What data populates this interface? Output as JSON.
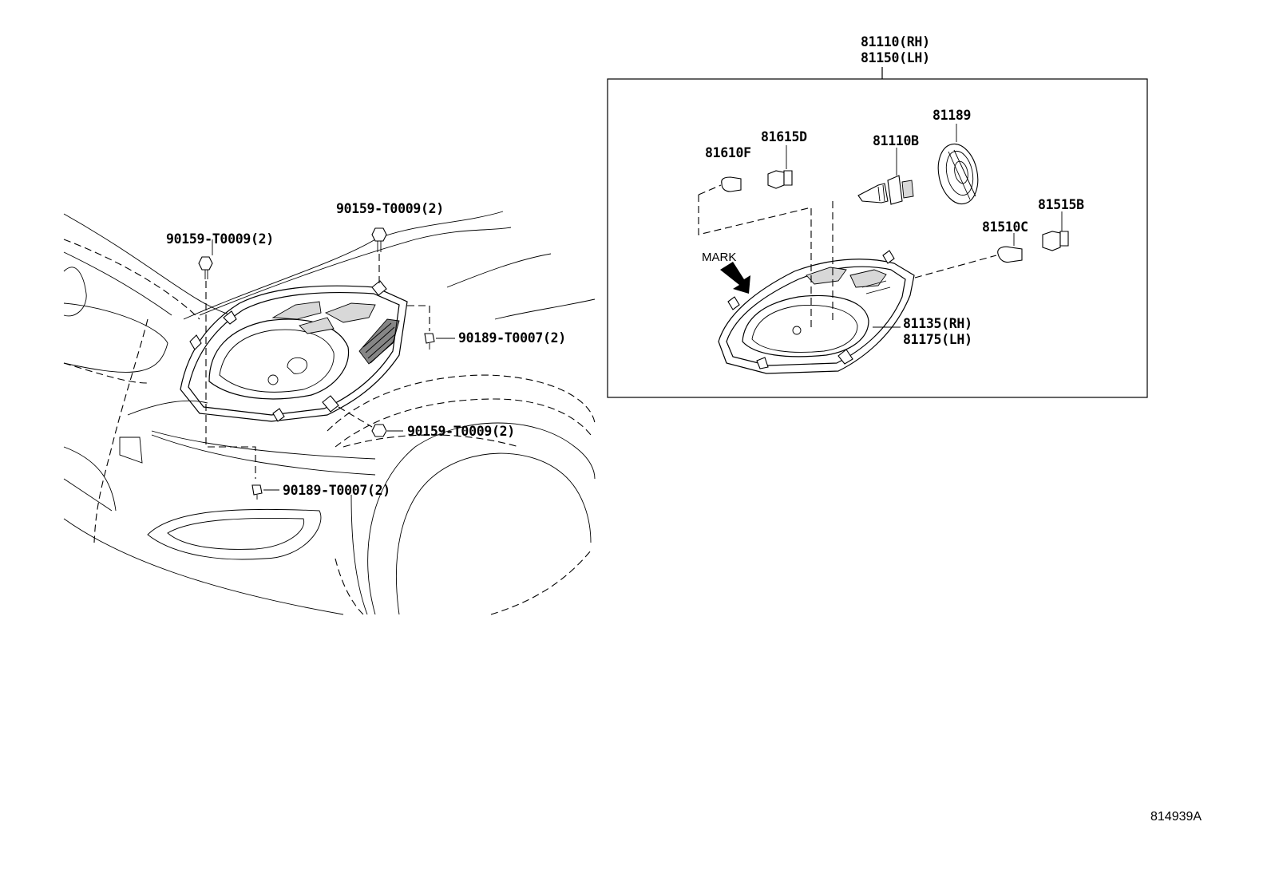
{
  "diagram_id": "814939A",
  "detail_box": {
    "assembly_labels": [
      "81110(RH)",
      "81150(LH)"
    ],
    "parts": {
      "p81189": "81189",
      "p81615D": "81615D",
      "p81110B": "81110B",
      "p81610F": "81610F",
      "p81515B": "81515B",
      "p81510C": "81510C",
      "mark": "MARK",
      "housing_rh": "81135(RH)",
      "housing_lh": "81175(LH)"
    }
  },
  "main_view": {
    "fasteners": {
      "top_left_screw": "90159-T0009(2)",
      "top_center_screw": "90159-T0009(2)",
      "right_clip": "90189-T0007(2)",
      "lower_right_screw": "90159-T0009(2)",
      "bottom_clip": "90189-T0007(2)"
    }
  }
}
